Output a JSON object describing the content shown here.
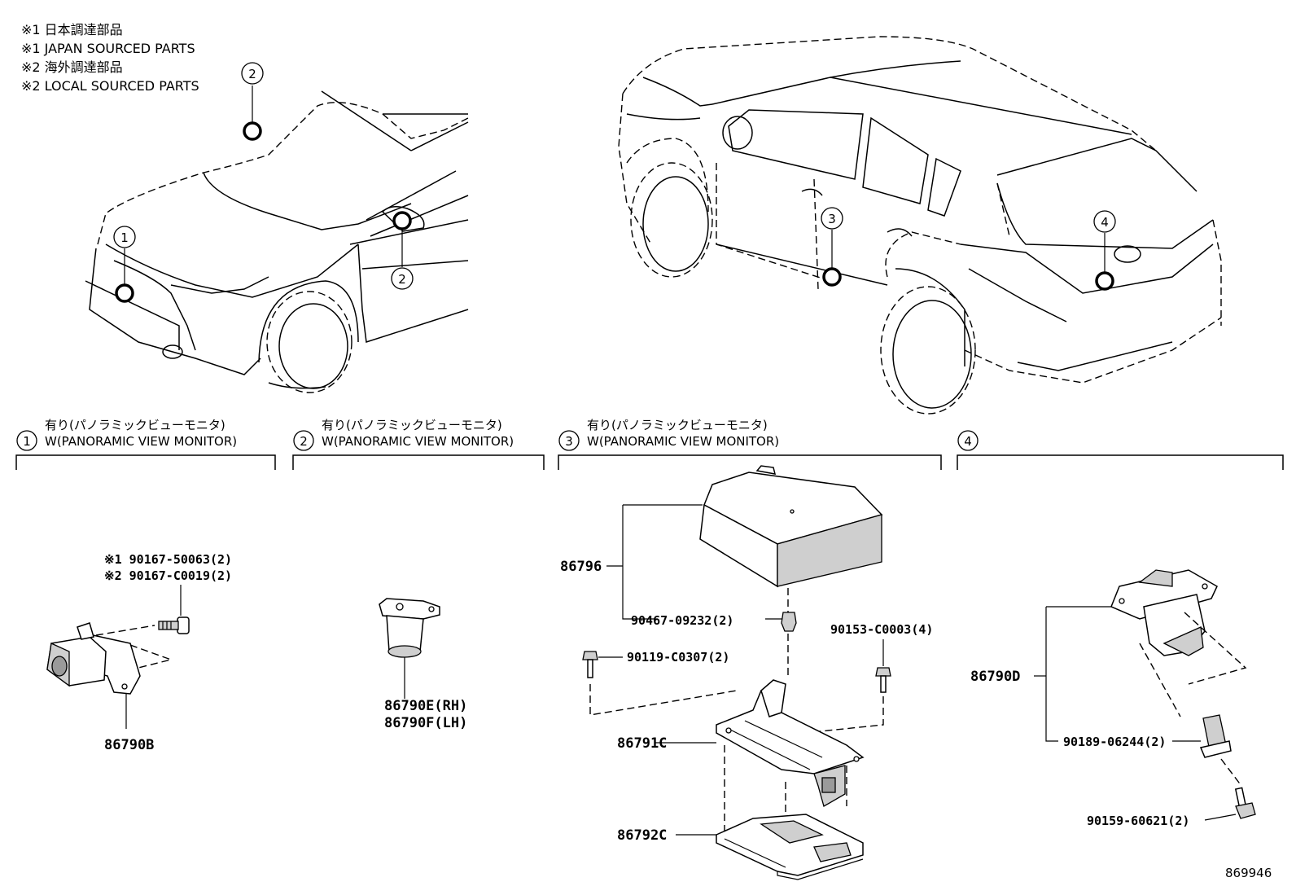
{
  "notes": [
    "※1 日本調達部品",
    "※1 JAPAN SOURCED PARTS",
    "※2 海外調達部品",
    "※2 LOCAL SOURCED PARTS"
  ],
  "callouts": {
    "front_windshield": "2",
    "front_grille": "1",
    "front_mirror": "2",
    "rear_door": "3",
    "rear_gate": "4"
  },
  "sections": [
    {
      "num": "1",
      "line1": "有り(パノラミックビューモニタ)",
      "line2": "W(PANORAMIC VIEW MONITOR)"
    },
    {
      "num": "2",
      "line1": "有り(パノラミックビューモニタ)",
      "line2": "W(PANORAMIC VIEW MONITOR)"
    },
    {
      "num": "3",
      "line1": "有り(パノラミックビューモニタ)",
      "line2": "W(PANORAMIC VIEW MONITOR)"
    },
    {
      "num": "4",
      "line1": "",
      "line2": ""
    }
  ],
  "parts": {
    "s1_screw_a": "※1 90167-50063(2)",
    "s1_screw_b": "※2 90167-C0019(2)",
    "s1_camera": "86790B",
    "s2_camera_rh": "86790E(RH)",
    "s2_camera_lh": "86790F(LH)",
    "s3_ecu": "86796",
    "s3_nut": "90467-09232(2)",
    "s3_screw_a": "90153-C0003(4)",
    "s3_screw_b": "90119-C0307(2)",
    "s3_bracket_upper": "86791C",
    "s3_bracket_lower": "86792C",
    "s4_camera": "86790D",
    "s4_clip": "90189-06244(2)",
    "s4_screw": "90159-60621(2)"
  },
  "diagram_id": "869946"
}
